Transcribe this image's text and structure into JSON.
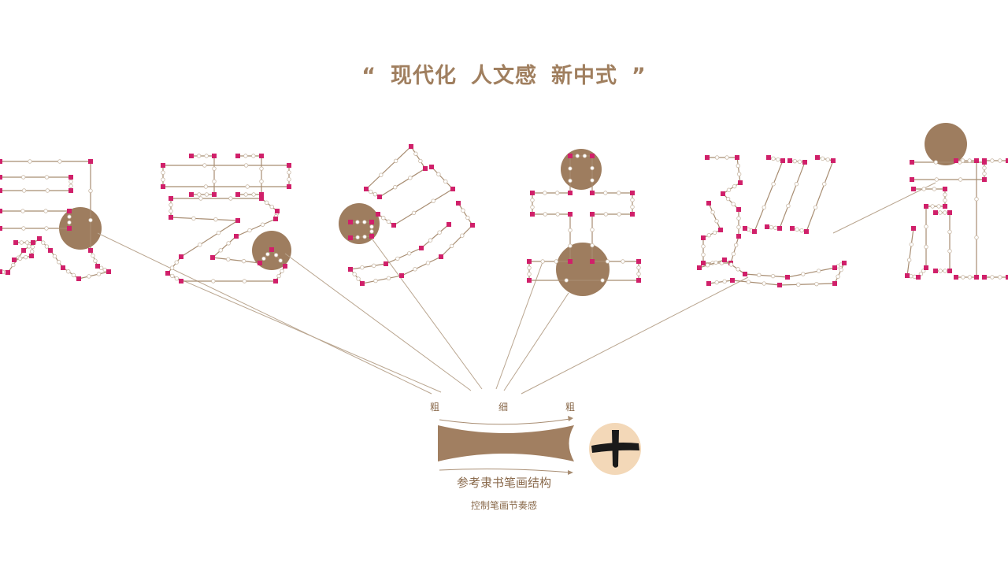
{
  "headline": {
    "open_quote": "“",
    "phrase1": "现代化",
    "phrase2": "人文感",
    "phrase3": "新中式",
    "close_quote": "”"
  },
  "glyphs": [
    "灵",
    "艺",
    "乡",
    "土",
    "巡",
    "礼"
  ],
  "stroke_demo": {
    "label_left": "粗",
    "label_middle": "细",
    "label_right": "粗",
    "sample_character": "十",
    "caption": "参考隶书笔画结构",
    "subcaption": "控制笔画节奏感"
  },
  "colors": {
    "accent": "#a07f5f",
    "bar_fill": "#a17f61",
    "circle_fill": "#9e7d5f",
    "control_point": "#d0206a",
    "outline": "#a88d72",
    "sample_bg": "#f3d8b8"
  }
}
